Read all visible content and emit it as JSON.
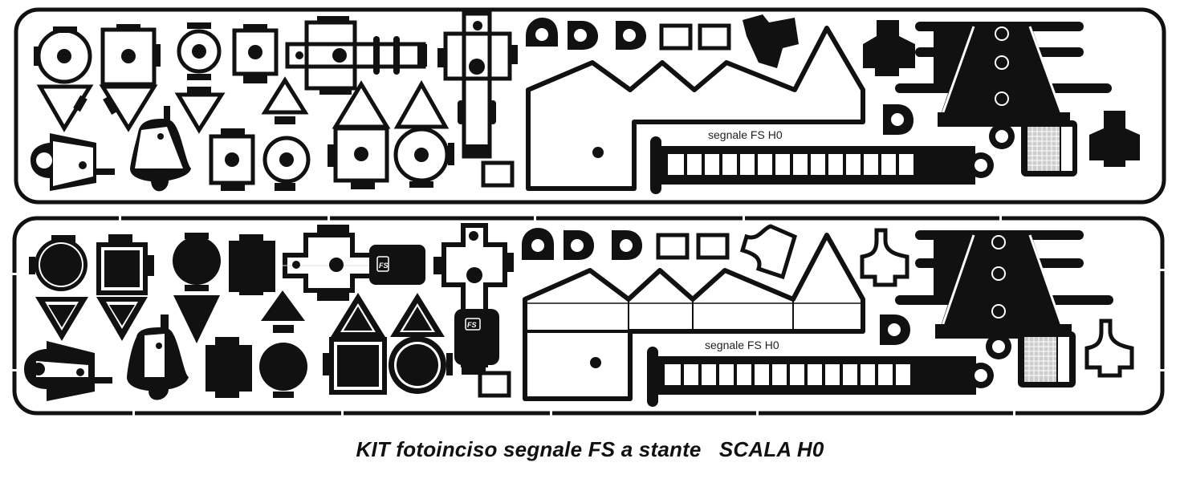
{
  "caption": {
    "text": "KIT fotoinciso segnale FS a stante   SCALA H0",
    "color": "#111111"
  },
  "frets": [
    {
      "id": "upper",
      "style": "outline",
      "label": "segnale FS H0",
      "has_fs_logo": false
    },
    {
      "id": "lower",
      "style": "filled",
      "label": "segnale FS H0",
      "has_fs_logo": true,
      "logo_text": "FS"
    }
  ],
  "colors": {
    "metal": "#111111",
    "background": "#ffffff"
  }
}
